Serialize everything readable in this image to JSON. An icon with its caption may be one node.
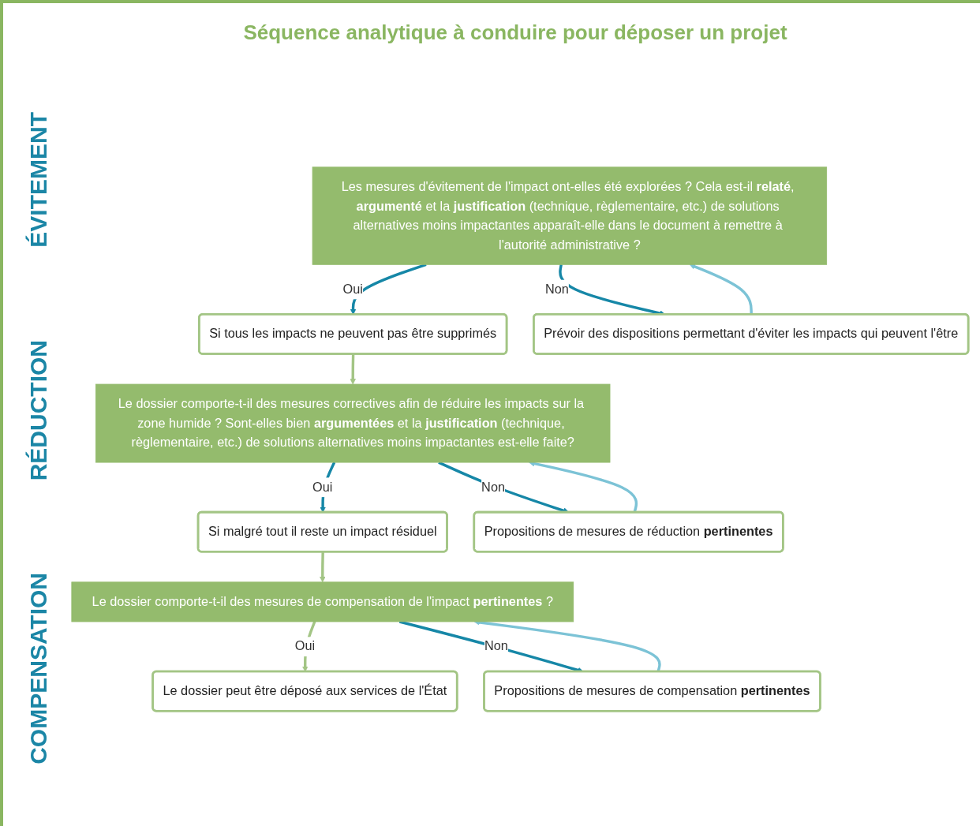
{
  "diagram": {
    "title": "Séquence analytique à conduire pour déposer un projet",
    "nodes": [
      {
        "text": [
          "Les mesures d'évitement de l'impact ont-elles été explorées ? Cela est-il **relaté**, **argumenté** et la **justification** (technique, règlementaire, etc.) de solutions alternatives moins impactantes apparaît-elle dans le document à remettre à l'autorité administrative ?"
        ]
      },
      {
        "text": [
          "Si tous les impacts ne peuvent pas être supprimés"
        ]
      },
      {
        "text": [
          "Prévoir des dispositions permettant d'éviter les impacts qui peuvent l'être"
        ]
      },
      {
        "text": [
          "Le dossier comporte-t-il des mesures correctives afin de réduire les impacts sur la zone humide ? Sont-elles bien **argumentées** et la **justification** (technique, règlementaire, etc.) de solutions alternatives moins impactantes est-elle faite?"
        ]
      },
      {
        "text": [
          "Si malgré tout il reste un impact résiduel"
        ]
      },
      {
        "text": [
          "Propositions de mesures de réduction **pertinentes**"
        ]
      },
      {
        "text": [
          "Le dossier comporte-t-il des mesures de compensation de l'impact **pertinentes** ?"
        ]
      },
      {
        "text": [
          "Le dossier peut être déposé aux services de l'État"
        ]
      },
      {
        "text": [
          "Propositions de mesures de compensation **pertinentes**"
        ]
      }
    ],
    "edges": [
      {
        "from": 0,
        "to": 1,
        "arrow": "to",
        "label": "Oui"
      },
      {
        "from": 0,
        "to": 2,
        "arrow": "to",
        "label": "Non"
      },
      {
        "from": 2,
        "to": 0,
        "arrow": "to",
        "color": "#7cc3d6"
      },
      {
        "from": 1,
        "to": 3,
        "arrow": "to",
        "color": "#a3c585"
      },
      {
        "from": 3,
        "to": 4,
        "arrow": "to",
        "label": "Oui"
      },
      {
        "from": 3,
        "to": 5,
        "arrow": "to",
        "label": "Non"
      },
      {
        "from": 5,
        "to": 3,
        "arrow": "to",
        "color": "#7cc3d6"
      },
      {
        "from": 4,
        "to": 6,
        "arrow": "to",
        "color": "#a3c585"
      },
      {
        "from": 6,
        "to": 7,
        "arrow": "to",
        "label": "Oui",
        "color": "#a3c585"
      },
      {
        "from": 6,
        "to": 8,
        "arrow": "to",
        "label": "Non"
      },
      {
        "from": 8,
        "to": 6,
        "arrow": "to",
        "color": "#7cc3d6"
      }
    ],
    "labels": [
      "ÉVITEMENT",
      "RÉDUCTION",
      "COMPENSATION"
    ]
  }
}
